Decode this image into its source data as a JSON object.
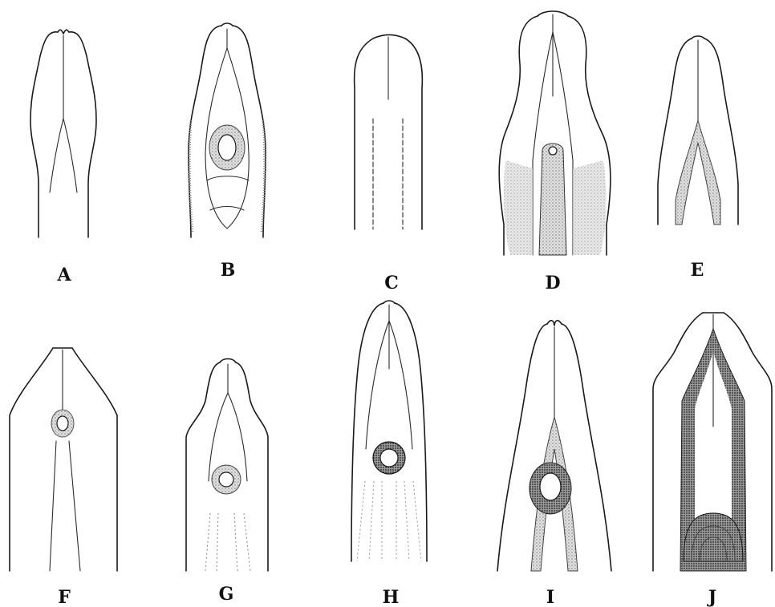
{
  "figure": {
    "panels": [
      {
        "id": "A",
        "label": "A"
      },
      {
        "id": "B",
        "label": "B"
      },
      {
        "id": "C",
        "label": "C"
      },
      {
        "id": "D",
        "label": "D"
      },
      {
        "id": "E",
        "label": "E"
      },
      {
        "id": "F",
        "label": "F"
      },
      {
        "id": "G",
        "label": "G"
      },
      {
        "id": "H",
        "label": "H"
      },
      {
        "id": "I",
        "label": "I"
      },
      {
        "id": "J",
        "label": "J"
      }
    ]
  }
}
